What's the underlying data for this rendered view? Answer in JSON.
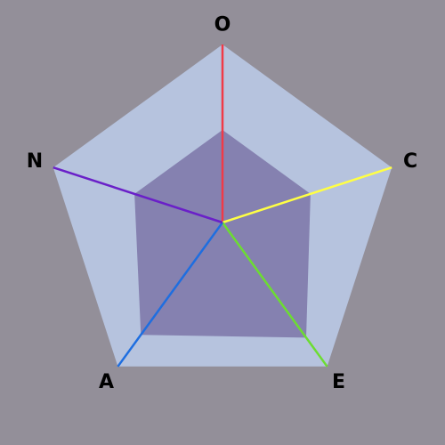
{
  "chart_data": {
    "type": "radar",
    "axes": [
      {
        "label": "O",
        "value": 0.52,
        "color": "#f03a47"
      },
      {
        "label": "C",
        "value": 0.52,
        "color": "#ffff44"
      },
      {
        "label": "E",
        "value": 0.8,
        "color": "#6cdd31"
      },
      {
        "label": "A",
        "value": 0.78,
        "color": "#1e6ee0"
      },
      {
        "label": "N",
        "value": 0.52,
        "color": "#6a20c8"
      }
    ],
    "range": [
      0,
      1
    ],
    "colors": {
      "background": "#938f99",
      "outline_fill": "#b6c3de",
      "data_fill": "#8581b0"
    }
  }
}
